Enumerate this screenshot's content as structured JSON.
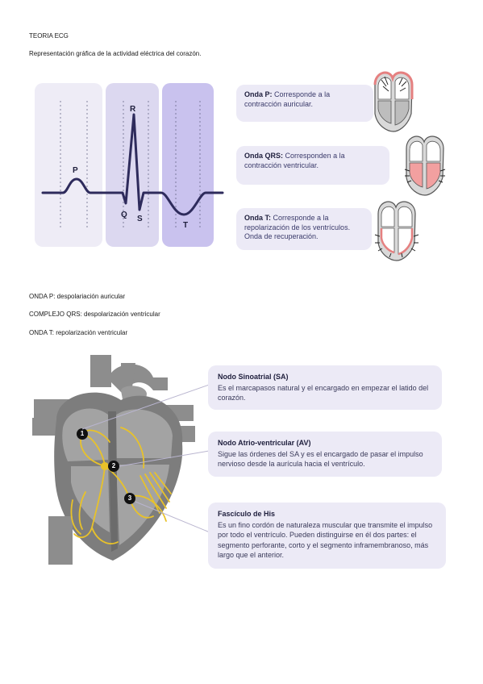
{
  "header": {
    "title": "TEORIA ECG",
    "subtitle": "Representación gráfica de la actividad eléctrica del corazón."
  },
  "ecg": {
    "labels": {
      "p": "P",
      "r": "R",
      "q": "Q",
      "s": "S",
      "t": "T"
    },
    "notes": [
      {
        "title": "Onda P:",
        "text": "Corresponde a la contracción auricular."
      },
      {
        "title": "Onda QRS:",
        "text": "Corresponden a la contracción ventricular."
      },
      {
        "title": "Onda T:",
        "text": "Corresponde a la repolarización de los ventrículos. Onda de recuperación."
      }
    ]
  },
  "summary": [
    "ONDA P: despolariación auricular",
    "COMPLEJO QRS: despolarización ventricular",
    "ONDA T: repolarización ventricular"
  ],
  "conduction": {
    "markers": [
      "1",
      "2",
      "3"
    ],
    "cards": [
      {
        "title": "Nodo Sinoatrial (SA)",
        "text": "Es el marcapasos natural y el encargado en empezar el latido del corazón."
      },
      {
        "title": "Nodo Atrio-ventricular (AV)",
        "text": "Sigue las órdenes del SA y es el encargado de pasar el impulso nervioso desde la aurícula hacia el ventrículo."
      },
      {
        "title": "Fascículo de His",
        "text": "Es un fino cordón de naturaleza muscular que transmite el impulso por todo el ventrículo. Pueden distinguirse en él dos partes: el segmento perforante, corto y el segmento inframembranoso, más largo que el anterior."
      }
    ]
  },
  "colors": {
    "panel_light": "#eeecf6",
    "panel_mid": "#dad6f0",
    "panel_strong": "#c8c1ec",
    "wave": "#2e2b5c",
    "note_bg": "#eceaf6",
    "conduction": "#e8c22a"
  }
}
